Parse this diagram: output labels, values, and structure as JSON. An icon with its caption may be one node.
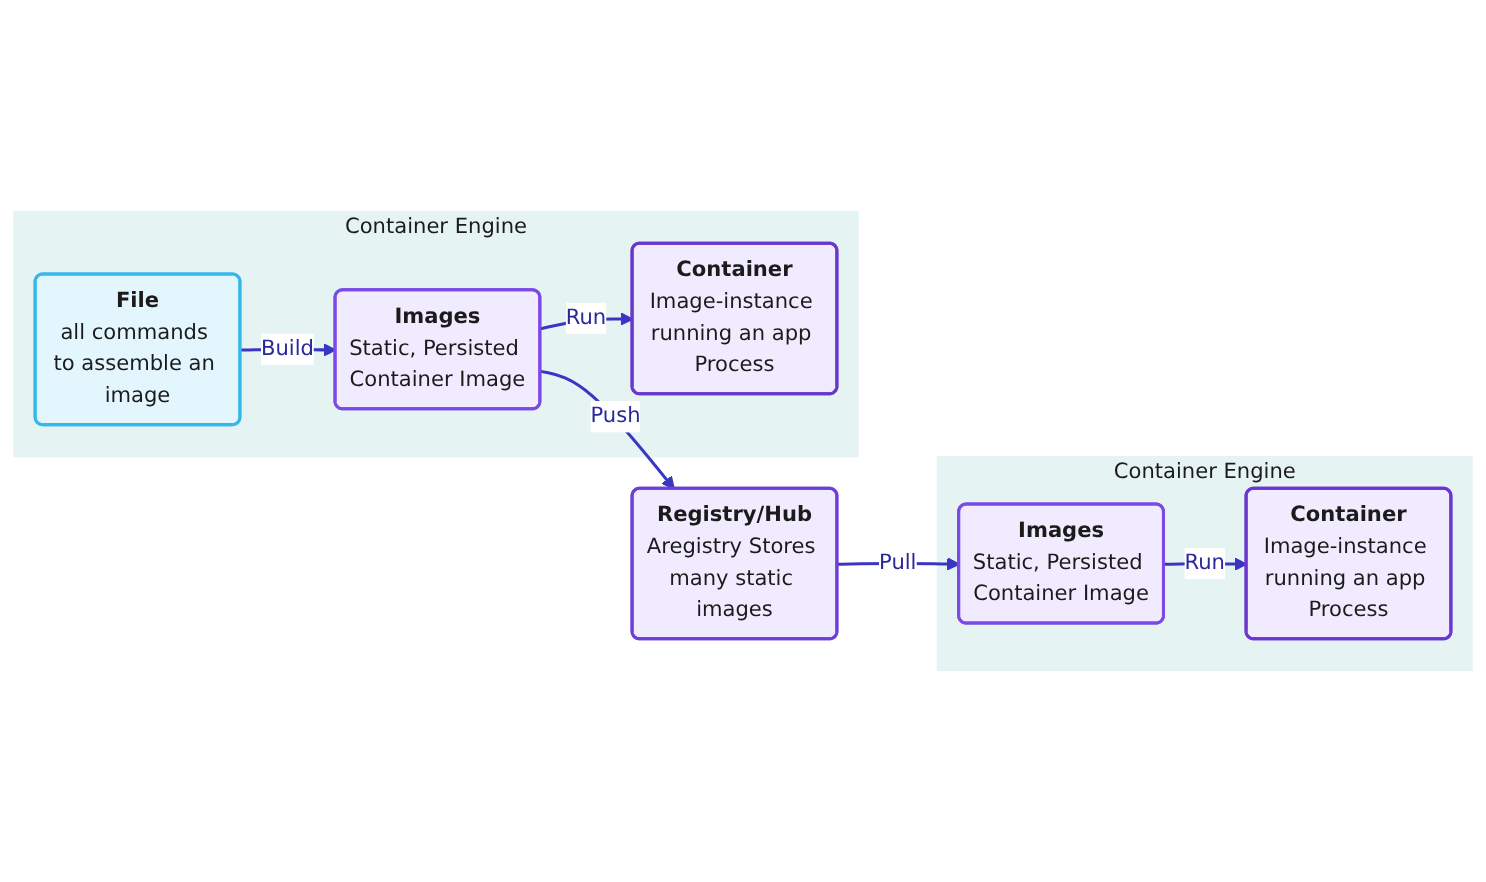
{
  "diagram": {
    "nodes": [
      {
        "text": [
          "Registry/Hub",
          "Aregistry Stores many static images"
        ]
      },
      {
        "text": [
          "Container Engine"
        ]
      },
      {
        "text": [
          "Images",
          "Static, Persisted Container Image"
        ],
        "in": 1
      },
      {
        "text": [
          "Container",
          "Image-instance running an app Process"
        ],
        "in": 1
      },
      {
        "text": [
          "Container Engine"
        ]
      },
      {
        "text": [
          "File",
          "all commands to assemble an image"
        ],
        "in": 4
      },
      {
        "text": [
          "Images",
          "Static, Persisted Container Image"
        ],
        "in": 4
      },
      {
        "text": [
          "Container",
          "Image-instance running an app Process"
        ],
        "in": 4
      }
    ],
    "edges": [
      {
        "from": 0,
        "to": 2,
        "arrow": "to",
        "label": "Pull"
      },
      {
        "from": 2,
        "to": 3,
        "arrow": "to",
        "label": "Run"
      },
      {
        "from": 6,
        "to": 0,
        "arrow": "to",
        "label": "Push"
      },
      {
        "from": 5,
        "to": 6,
        "arrow": "to",
        "label": "Build"
      },
      {
        "from": 6,
        "to": 7,
        "arrow": "to",
        "label": "Run"
      }
    ]
  }
}
